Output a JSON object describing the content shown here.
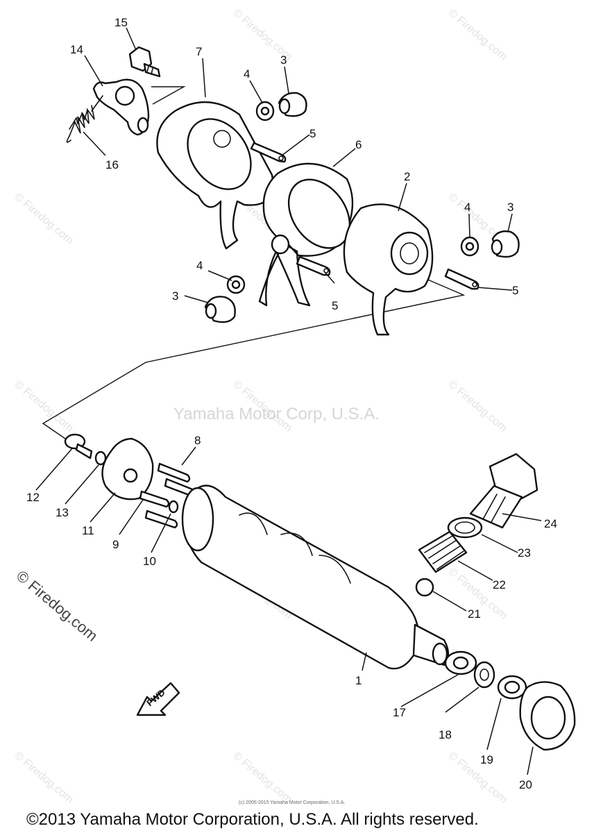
{
  "watermark": {
    "text": "© Firedog.com",
    "side_text": "© Firedog.com",
    "center_text": "Yamaha Motor Corp, U.S.A."
  },
  "labels": {
    "l1": "1",
    "l2": "2",
    "l3a": "3",
    "l3b": "3",
    "l3c": "3",
    "l4a": "4",
    "l4b": "4",
    "l4c": "4",
    "l5a": "5",
    "l5b": "5",
    "l5c": "5",
    "l6": "6",
    "l7": "7",
    "l8": "8",
    "l9": "9",
    "l10": "10",
    "l11": "11",
    "l12": "12",
    "l13": "13",
    "l14": "14",
    "l15": "15",
    "l16": "16",
    "l17": "17",
    "l18": "18",
    "l19": "19",
    "l20": "20",
    "l21": "21",
    "l22": "22",
    "l23": "23",
    "l24": "24"
  },
  "fwd_label": "FWD",
  "small_copyright": "(c) 2005-2015 Yamaha Motor Corporation, U.S.A.",
  "copyright": "©2013 Yamaha Motor Corporation, U.S.A. All rights reserved."
}
